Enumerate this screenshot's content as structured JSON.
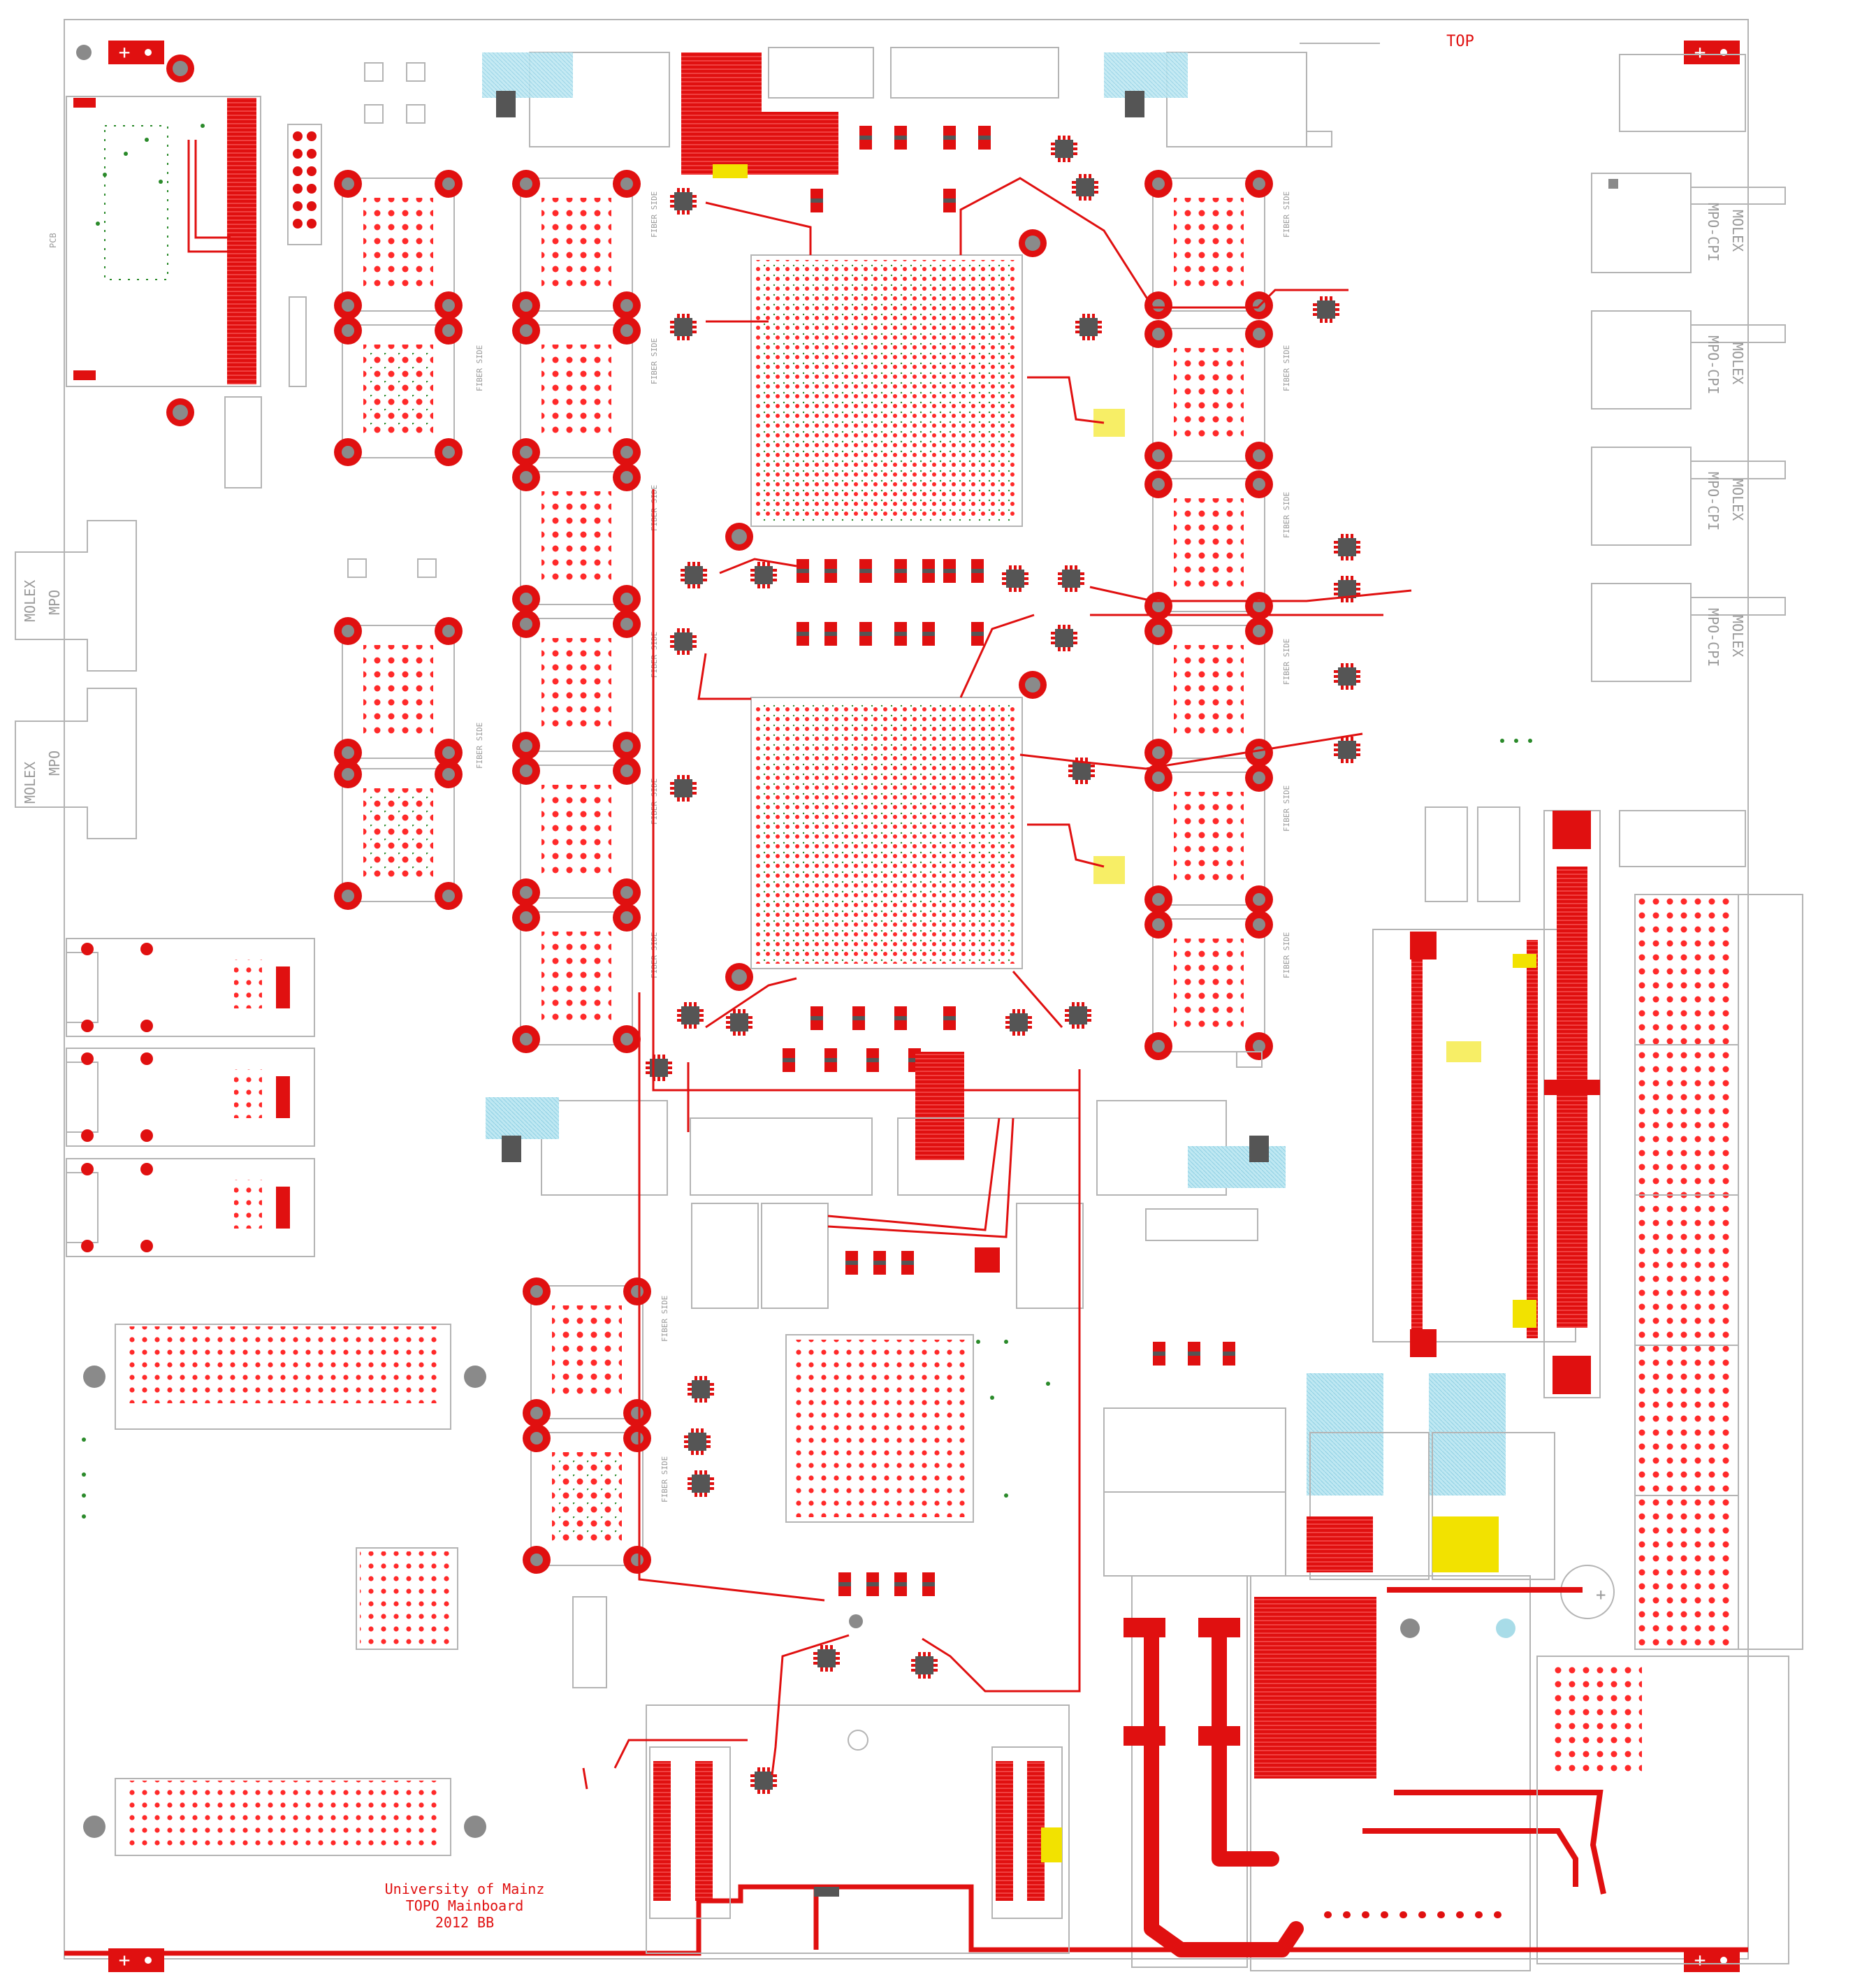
{
  "board": {
    "layer_label": "TOP",
    "credits": [
      "University of Mainz",
      "TOPO Mainboard",
      "2012 BB"
    ],
    "pcb_label": "PCB",
    "polarity_marks": [
      "+",
      "+",
      "+",
      "+",
      "+"
    ],
    "colors": {
      "copper": "#e01010",
      "silkscreen": "#9a9a9a",
      "via": "#2a8a2a",
      "drill": "#8a8a8a",
      "keepout": "#a8dce8",
      "marker": "#f2e200"
    }
  },
  "left_connectors": [
    {
      "line1": "MOLEX",
      "line2": "MPO"
    },
    {
      "line1": "MOLEX",
      "line2": "MPO"
    }
  ],
  "right_connectors": [
    {
      "line1": "MOLEX",
      "line2": "MPO-CPI"
    },
    {
      "line1": "MOLEX",
      "line2": "MPO-CPI"
    },
    {
      "line1": "MOLEX",
      "line2": "MPO-CPI"
    },
    {
      "line1": "MOLEX",
      "line2": "MPO-CPI"
    }
  ],
  "fiber_side_label": "FIBER SIDE"
}
